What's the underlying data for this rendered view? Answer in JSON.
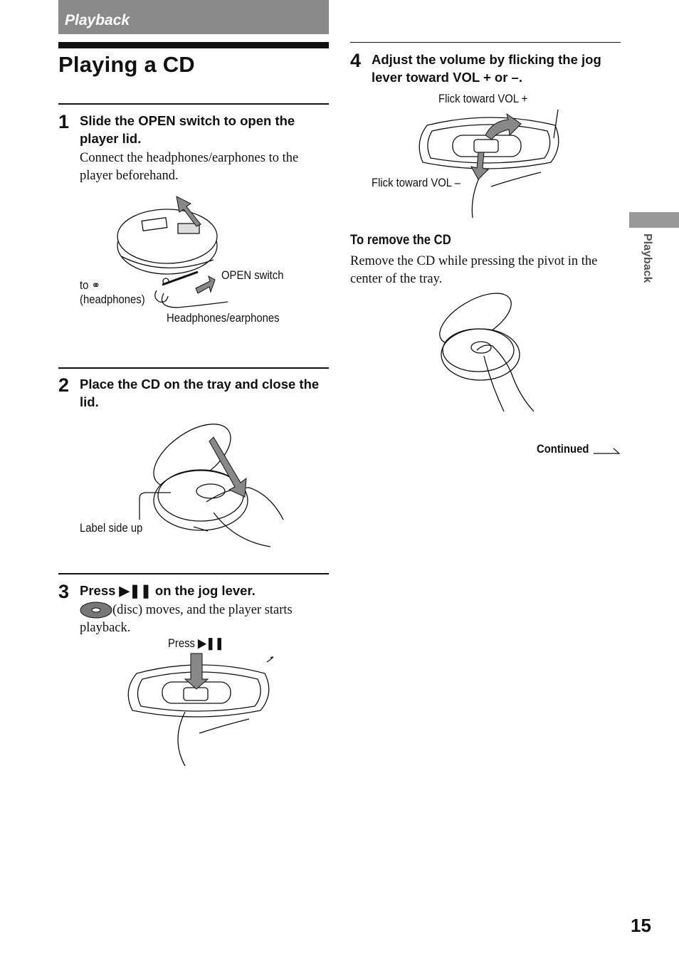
{
  "section": {
    "title": "Playback"
  },
  "page_title": "Playing a CD",
  "steps": [
    {
      "num": "1",
      "heading": "Slide the OPEN switch to open the player lid.",
      "body": "Connect the headphones/earphones to the player beforehand.",
      "labels": {
        "to": "to ",
        "headphones": "(headphones)",
        "open_switch": "OPEN switch",
        "earphones": "Headphones/earphones"
      }
    },
    {
      "num": "2",
      "heading": "Place the CD on the tray and close the lid.",
      "labels": {
        "label_side": "Label side up"
      }
    },
    {
      "num": "3",
      "heading_prefix": "Press ",
      "heading_suffix": " on the jog lever.",
      "body_suffix": " (disc) moves, and the player starts playback.",
      "labels": {
        "press": "Press "
      }
    },
    {
      "num": "4",
      "heading": "Adjust the volume by flicking the jog lever toward VOL + or –.",
      "labels": {
        "vol_plus": "Flick toward VOL +",
        "vol_minus": "Flick toward VOL –"
      }
    }
  ],
  "remove": {
    "heading": "To remove the CD",
    "body": "Remove the CD while pressing the pivot in the center of the tray."
  },
  "continued": "Continued",
  "side_tab": "Playback",
  "page_number": "15"
}
